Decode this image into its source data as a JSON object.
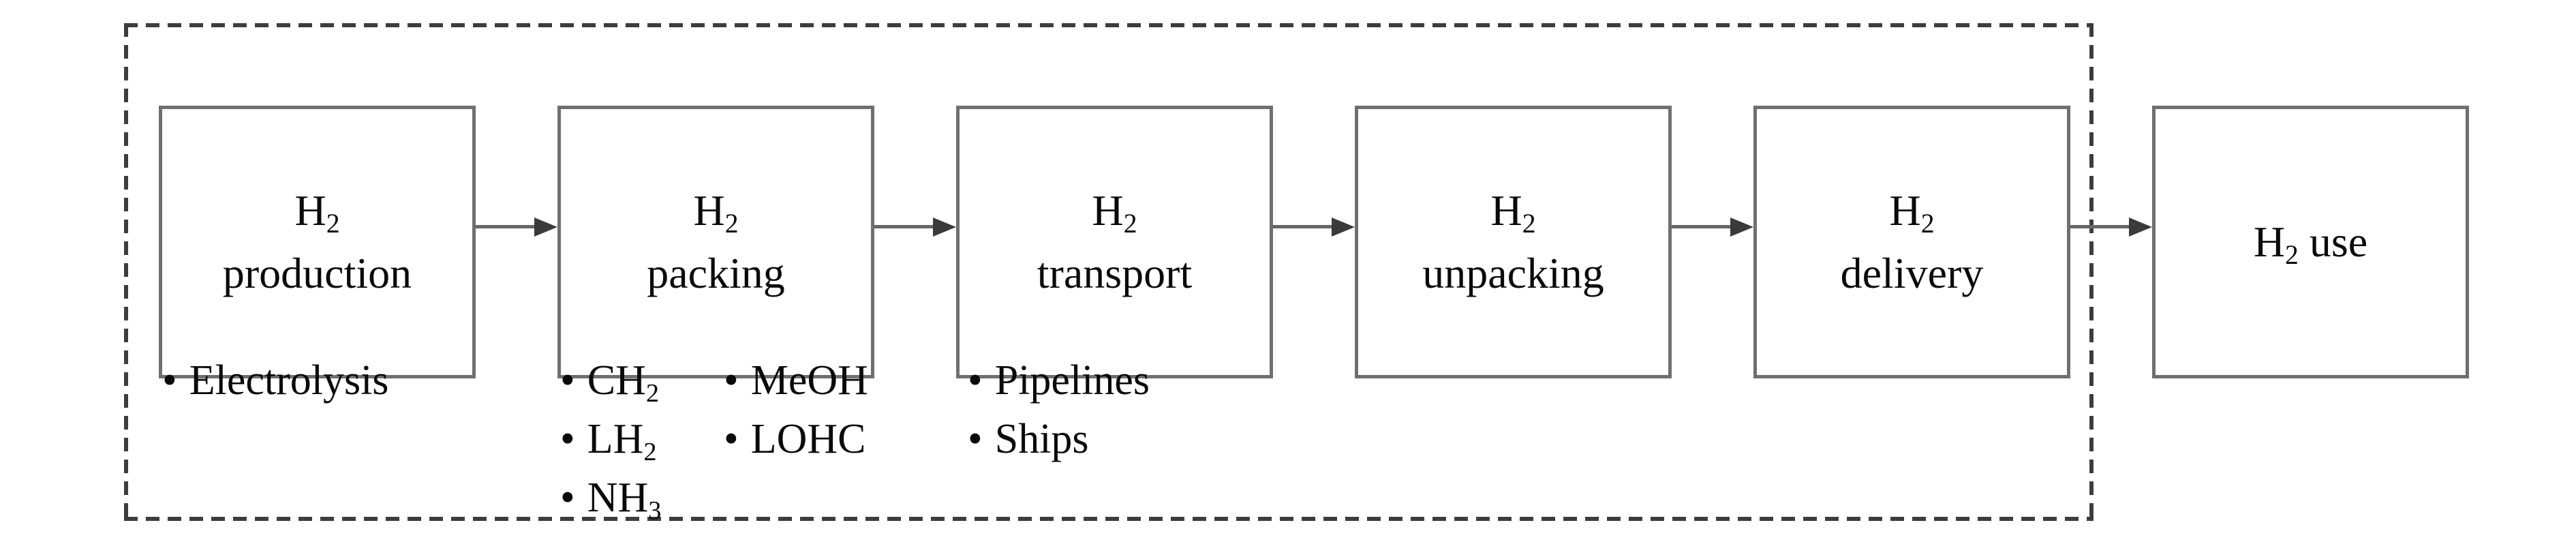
{
  "ui": {
    "bullet_char": "•"
  },
  "colors": {
    "background": "#ffffff",
    "text": "#0a0a0a",
    "box_border": "#6f6f6f",
    "arrow_line": "#666666",
    "arrow_head": "#3a3a3a",
    "dashed_border": "#3d3d3d"
  },
  "diagram": {
    "boxes": [
      {
        "id": "production",
        "formula_base": "H",
        "formula_sub": "2",
        "formula_post": "",
        "label": "production"
      },
      {
        "id": "packing",
        "formula_base": "H",
        "formula_sub": "2",
        "formula_post": "",
        "label": "packing"
      },
      {
        "id": "transport",
        "formula_base": "H",
        "formula_sub": "2",
        "formula_post": "",
        "label": "transport"
      },
      {
        "id": "unpacking",
        "formula_base": "H",
        "formula_sub": "2",
        "formula_post": "",
        "label": "unpacking"
      },
      {
        "id": "delivery",
        "formula_base": "H",
        "formula_sub": "2",
        "formula_post": "",
        "label": "delivery"
      },
      {
        "id": "use",
        "formula_base": "H",
        "formula_sub": "2",
        "formula_post": " use",
        "label": ""
      }
    ],
    "bullets": {
      "production": [
        {
          "base": "Electrolysis",
          "sub": ""
        }
      ],
      "packing_col1": [
        {
          "base": "CH",
          "sub": "2"
        },
        {
          "base": "LH",
          "sub": "2"
        },
        {
          "base": "NH",
          "sub": "3"
        }
      ],
      "packing_col2": [
        {
          "base": "MeOH",
          "sub": ""
        },
        {
          "base": "LOHC",
          "sub": ""
        }
      ],
      "transport": [
        {
          "base": "Pipelines",
          "sub": ""
        },
        {
          "base": "Ships",
          "sub": ""
        }
      ]
    }
  }
}
